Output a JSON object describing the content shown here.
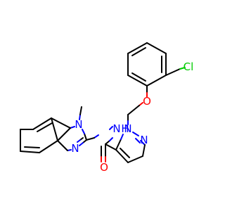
{
  "molecule": {
    "atoms": [
      {
        "id": "N_amide",
        "text": "N",
        "color": "#0000ff"
      },
      {
        "id": "H_amide",
        "text": "H",
        "color": "#0000ff"
      },
      {
        "id": "O_carbonyl",
        "text": "O",
        "color": "#ff0000"
      },
      {
        "id": "N_pyr1",
        "text": "N",
        "color": "#0000ff"
      },
      {
        "id": "N_pyr2",
        "text": "N",
        "color": "#0000ff"
      },
      {
        "id": "O_ether",
        "text": "O",
        "color": "#ff0000"
      },
      {
        "id": "Cl",
        "text": "Cl",
        "color": "#00cc00"
      },
      {
        "id": "N_bim1",
        "text": "N",
        "color": "#0000ff"
      },
      {
        "id": "N_bim3",
        "text": "N",
        "color": "#0000ff"
      }
    ],
    "colors": {
      "carbon_bond": "#000000",
      "nitrogen": "#0000ff",
      "oxygen": "#ff0000",
      "chlorine": "#00cc00",
      "background": "#ffffff"
    }
  }
}
